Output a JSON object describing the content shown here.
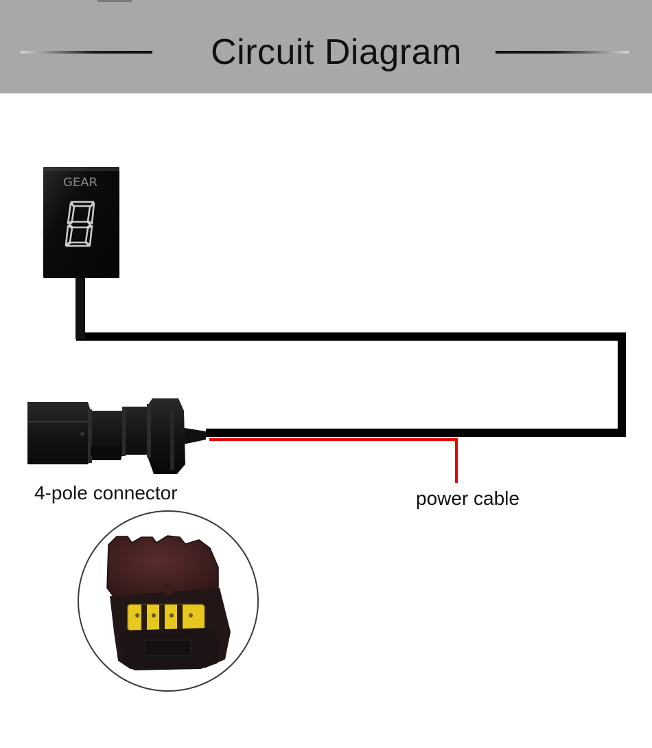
{
  "header": {
    "title": "Circuit Diagram"
  },
  "display": {
    "caption": "GEAR",
    "digit": "8"
  },
  "labels": {
    "connector": "4-pole connector",
    "power_cable": "power cable"
  },
  "colors": {
    "header_bg": "#a8a8a8",
    "wire_black": "#000000",
    "wire_red": "#e60000",
    "connector_body": "#151515",
    "closeup_shell": "#4a2424",
    "closeup_pins": "#e6c81e"
  }
}
